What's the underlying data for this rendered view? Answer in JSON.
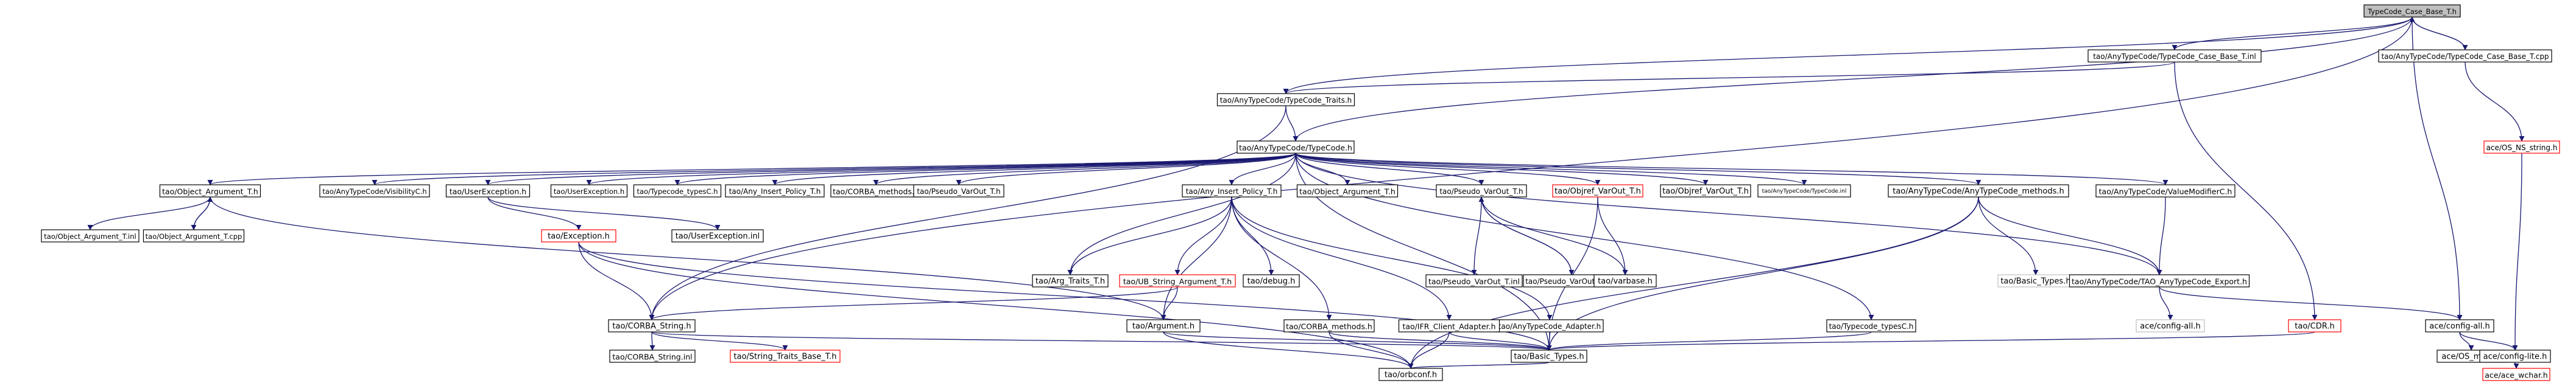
{
  "colors": {
    "edge": "#191970",
    "node_border": "#000000",
    "node_missing_border": "#ff0000",
    "node_unlinked_border": "#bfbfbf",
    "root_fill": "#bfbfbf",
    "node_fill": "#ffffff"
  },
  "nodes": [
    {
      "id": "root",
      "label": "TypeCode_Case_Base_T.h",
      "style": "root"
    },
    {
      "id": "ccbinl",
      "label": "tao/AnyTypeCode/TypeCode_Case_Base_T.inl",
      "style": "normal"
    },
    {
      "id": "ccbcpp",
      "label": "tao/AnyTypeCode/TypeCode_Case_Base_T.cpp",
      "style": "normal"
    },
    {
      "id": "traits",
      "label": "tao/AnyTypeCode/TypeCode_Traits.h",
      "style": "normal"
    },
    {
      "id": "osns",
      "label": "ace/OS_NS_string.h",
      "style": "missing"
    },
    {
      "id": "tc",
      "label": "tao/AnyTypeCode/TypeCode.h",
      "style": "normal"
    },
    {
      "id": "objarg",
      "label": "tao/Object_Argument_T.h",
      "style": "normal"
    },
    {
      "id": "visib",
      "label": "tao/AnyTypeCode/VisibilityC.h",
      "style": "normal"
    },
    {
      "id": "userexc",
      "label": "tao/UserException.h",
      "style": "normal"
    },
    {
      "id": "userexc2",
      "label": "tao/UserException.h",
      "style": "normal"
    },
    {
      "id": "tctypesc",
      "label": "tao/Typecode_typesC.h",
      "style": "normal"
    },
    {
      "id": "anyins",
      "label": "tao/Any_Insert_Policy_T.h",
      "style": "normal"
    },
    {
      "id": "corbameth",
      "label": "tao/CORBA_methods.h",
      "style": "normal"
    },
    {
      "id": "pseudovar",
      "label": "tao/Pseudo_VarOut_T.h",
      "style": "normal"
    },
    {
      "id": "anyins2",
      "label": "tao/Any_Insert_Policy_T.h",
      "style": "normal"
    },
    {
      "id": "objarg2",
      "label": "tao/Object_Argument_T.h",
      "style": "normal"
    },
    {
      "id": "pseudovar2",
      "label": "tao/Pseudo_VarOut_T.h",
      "style": "normal"
    },
    {
      "id": "objvarout",
      "label": "tao/Objref_VarOut_T.h",
      "style": "missing"
    },
    {
      "id": "objvarout2",
      "label": "tao/Objref_VarOut_T.h",
      "style": "normal"
    },
    {
      "id": "tcinl",
      "label": "tao/AnyTypeCode/TypeCode.inl",
      "style": "normal"
    },
    {
      "id": "tcmeth",
      "label": "tao/AnyTypeCode/AnyTypeCode_methods.h",
      "style": "normal"
    },
    {
      "id": "valmod",
      "label": "tao/AnyTypeCode/ValueModifierC.h",
      "style": "normal"
    },
    {
      "id": "objarginl",
      "label": "tao/Object_Argument_T.inl",
      "style": "normal"
    },
    {
      "id": "objargcpp",
      "label": "tao/Object_Argument_T.cpp",
      "style": "normal"
    },
    {
      "id": "exc",
      "label": "tao/Exception.h",
      "style": "missing"
    },
    {
      "id": "userexcinl",
      "label": "tao/UserException.inl",
      "style": "normal"
    },
    {
      "id": "argtraits",
      "label": "tao/Arg_Traits_T.h",
      "style": "normal"
    },
    {
      "id": "ubstring",
      "label": "tao/UB_String_Argument_T.h",
      "style": "missing"
    },
    {
      "id": "debug",
      "label": "tao/debug.h",
      "style": "normal"
    },
    {
      "id": "pseudoinl",
      "label": "tao/Pseudo_VarOut_T.inl",
      "style": "normal"
    },
    {
      "id": "pseudocpp",
      "label": "tao/Pseudo_VarOut_T.cpp",
      "style": "normal"
    },
    {
      "id": "varbase",
      "label": "tao/varbase.h",
      "style": "normal"
    },
    {
      "id": "basictypes2",
      "label": "tao/Basic_Types.h",
      "style": "unlinked"
    },
    {
      "id": "export",
      "label": "tao/AnyTypeCode/TAO_AnyTypeCode_Export.h",
      "style": "normal"
    },
    {
      "id": "tcadapter",
      "label": "tao/AnyTypeCode_Adapter.h",
      "style": "normal"
    },
    {
      "id": "tctypesc2",
      "label": "tao/Typecode_typesC.h",
      "style": "normal"
    },
    {
      "id": "corbastring",
      "label": "tao/CORBA_String.h",
      "style": "normal"
    },
    {
      "id": "argument",
      "label": "tao/Argument.h",
      "style": "normal"
    },
    {
      "id": "corbameth2",
      "label": "tao/CORBA_methods.h",
      "style": "normal"
    },
    {
      "id": "ifr",
      "label": "tao/IFR_Client_Adapter.h",
      "style": "normal"
    },
    {
      "id": "aceconfigall2",
      "label": "ace/config-all.h",
      "style": "unlinked"
    },
    {
      "id": "cdr",
      "label": "tao/CDR.h",
      "style": "missing"
    },
    {
      "id": "aceconfigall",
      "label": "ace/config-all.h",
      "style": "normal"
    },
    {
      "id": "corbastrinl",
      "label": "tao/CORBA_String.inl",
      "style": "normal"
    },
    {
      "id": "strtraits",
      "label": "tao/String_Traits_Base_T.h",
      "style": "missing"
    },
    {
      "id": "basictypes",
      "label": "tao/Basic_Types.h",
      "style": "normal"
    },
    {
      "id": "osmain",
      "label": "ace/OS_main.h",
      "style": "normal"
    },
    {
      "id": "configlite",
      "label": "ace/config-lite.h",
      "style": "normal"
    },
    {
      "id": "orbconf",
      "label": "tao/orbconf.h",
      "style": "normal"
    },
    {
      "id": "wchar",
      "label": "ace/ace_wchar.h",
      "style": "missing"
    }
  ]
}
